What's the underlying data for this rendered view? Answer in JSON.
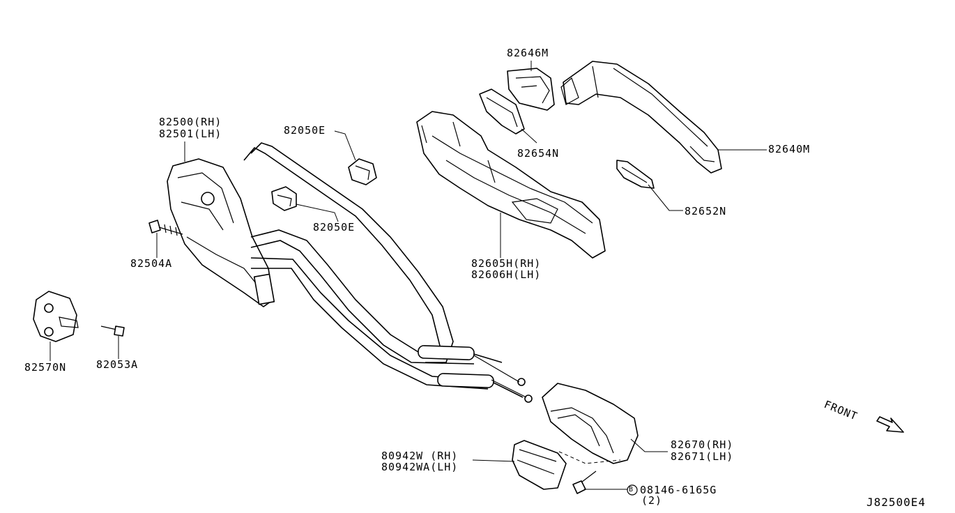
{
  "parts": {
    "p82646m": "82646M",
    "p82640m": "82640M",
    "p82654n": "82654N",
    "p82652n": "82652N",
    "p82500_rh": "82500(RH)",
    "p82501_lh": "82501(LH)",
    "p82050e_top": "82050E",
    "p82050e_mid": "82050E",
    "p82504a": "82504A",
    "p82605h_rh": "82605H(RH)",
    "p82606h_lh": "82606H(LH)",
    "p82570n": "82570N",
    "p82053a": "82053A",
    "p82670_rh": "82670(RH)",
    "p82671_lh": "82671(LH)",
    "p80942w_rh": "80942W (RH)",
    "p80942wa_lh": "80942WA(LH)",
    "bolt_symbol": "B",
    "bolt_code": "08146-6165G",
    "bolt_qty": "(2)"
  },
  "direction": "FRONT",
  "diagram_code": "J82500E4"
}
